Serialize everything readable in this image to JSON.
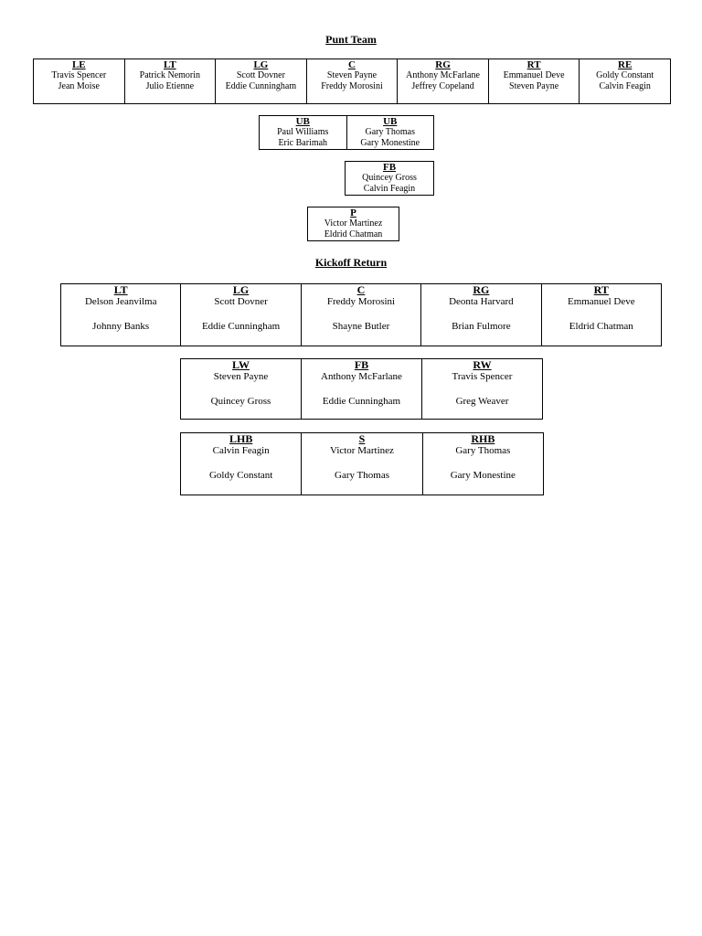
{
  "punt": {
    "title": "Punt Team",
    "line": [
      {
        "pos": "LE",
        "p1": "Travis Spencer",
        "p2": "Jean Moise"
      },
      {
        "pos": "LT",
        "p1": "Patrick Nemorin",
        "p2": "Julio Etienne"
      },
      {
        "pos": "LG",
        "p1": "Scott Dovner",
        "p2": "Eddie Cunningham"
      },
      {
        "pos": "C",
        "p1": "Steven Payne",
        "p2": "Freddy Morosini"
      },
      {
        "pos": "RG",
        "p1": "Anthony McFarlane",
        "p2": "Jeffrey Copeland"
      },
      {
        "pos": "RT",
        "p1": "Emmanuel Deve",
        "p2": "Steven Payne"
      },
      {
        "pos": "RE",
        "p1": "Goldy Constant",
        "p2": "Calvin Feagin"
      }
    ],
    "ub": [
      {
        "pos": "UB",
        "p1": "Paul Williams",
        "p2": "Eric Barimah"
      },
      {
        "pos": "UB",
        "p1": "Gary Thomas",
        "p2": "Gary Monestine"
      }
    ],
    "fb": {
      "pos": "FB",
      "p1": "Quincey Gross",
      "p2": "Calvin Feagin"
    },
    "p": {
      "pos": "P",
      "p1": "Victor Martinez",
      "p2": "Eldrid Chatman"
    }
  },
  "kickoff": {
    "title": "Kickoff Return",
    "line": [
      {
        "pos": "LT",
        "p1": "Delson Jeanvilma",
        "p2": "Johnny Banks"
      },
      {
        "pos": "LG",
        "p1": "Scott Dovner",
        "p2": "Eddie Cunningham"
      },
      {
        "pos": "C",
        "p1": "Freddy Morosini",
        "p2": "Shayne Butler"
      },
      {
        "pos": "RG",
        "p1": "Deonta Harvard",
        "p2": "Brian Fulmore"
      },
      {
        "pos": "RT",
        "p1": "Emmanuel Deve",
        "p2": "Eldrid Chatman"
      }
    ],
    "wings": [
      {
        "pos": "LW",
        "p1": "Steven Payne",
        "p2": "Quincey Gross"
      },
      {
        "pos": "FB",
        "p1": "Anthony McFarlane",
        "p2": "Eddie Cunningham"
      },
      {
        "pos": "RW",
        "p1": "Travis Spencer",
        "p2": "Greg Weaver"
      }
    ],
    "backs": [
      {
        "pos": "LHB",
        "p1": "Calvin Feagin",
        "p2": "Goldy Constant"
      },
      {
        "pos": "S",
        "p1": "Victor Martinez",
        "p2": "Gary Thomas"
      },
      {
        "pos": "RHB",
        "p1": "Gary Thomas",
        "p2": "Gary Monestine"
      }
    ]
  }
}
